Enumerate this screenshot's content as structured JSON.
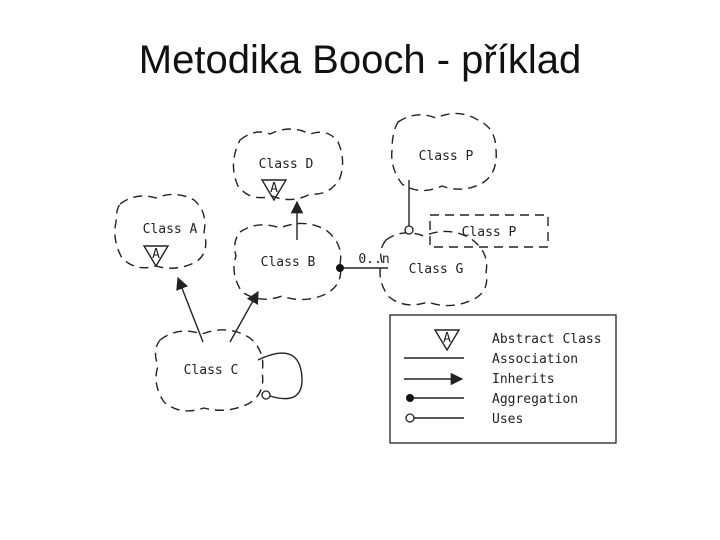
{
  "slide": {
    "title": "Metodika Booch - příklad"
  },
  "classes": {
    "class_d": "Class D",
    "class_p_top": "Class P",
    "class_a": "Class A",
    "class_b": "Class B",
    "class_p_box": "Class P",
    "class_g": "Class G",
    "class_c": "Class C"
  },
  "markers": {
    "abstract": "A"
  },
  "multiplicity": "0..n",
  "legend": {
    "abstract_class": "Abstract Class",
    "association": "Association",
    "inherits": "Inherits",
    "aggregation": "Aggregation",
    "uses": "Uses"
  }
}
